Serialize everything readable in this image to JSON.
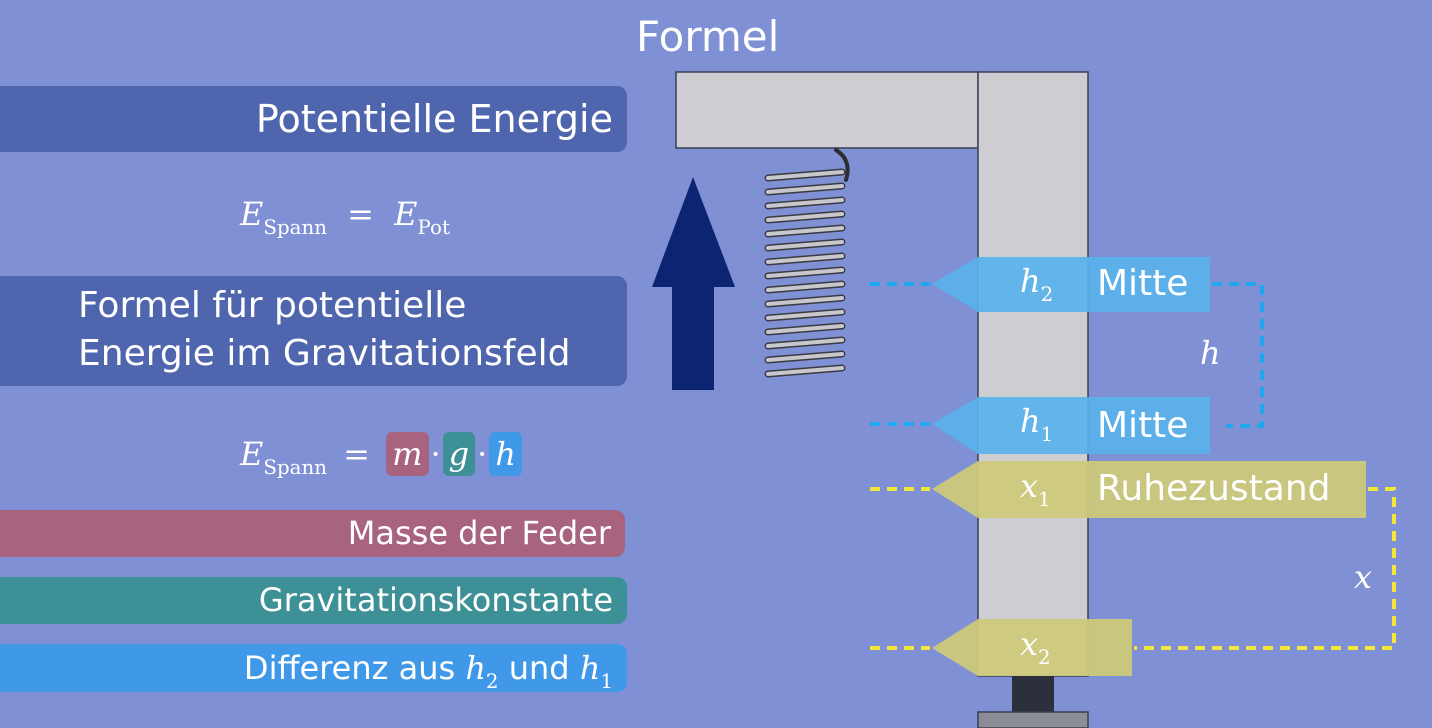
{
  "title": "Formel",
  "sections": {
    "potential_energy": "Potentielle Energie",
    "formula_heading_line1": "Formel für potentielle",
    "formula_heading_line2": "Energie im Gravitationsfeld"
  },
  "equation1": {
    "lhs": "E",
    "lhs_sub": "Spann",
    "equals": "=",
    "rhs": "E",
    "rhs_sub": "Pot"
  },
  "equation2": {
    "lhs": "E",
    "lhs_sub": "Spann",
    "equals": "=",
    "m": "m",
    "g": "g",
    "h": "h",
    "dot": "·"
  },
  "legend": {
    "mass": "Masse der Feder",
    "gravity": "Gravitationskonstante",
    "difference_prefix": "Differenz aus ",
    "h2": "h",
    "h2_sub": "2",
    "and": " und ",
    "h1": "h",
    "h1_sub": "1"
  },
  "markers": {
    "h2": {
      "var": "h",
      "sub": "2",
      "label": "Mitte"
    },
    "h1": {
      "var": "h",
      "sub": "1",
      "label": "Mitte"
    },
    "x1": {
      "var": "x",
      "sub": "1",
      "label": "Ruhezustand"
    },
    "x2": {
      "var": "x",
      "sub": "2"
    },
    "h_bracket": "h",
    "x_bracket": "x"
  },
  "colors": {
    "background": "#7f90d4",
    "dark_band": "#4f65ad",
    "mass": "#a8637f",
    "gravity": "#3d9196",
    "difference": "#4098e8",
    "height_marker": "#5ab2ea",
    "rest_marker": "#cdc97a",
    "arrow": "#0c2472",
    "stand": "#cdcdd2"
  },
  "icons": {
    "arrow": "up-arrow-icon",
    "spring": "coil-spring-icon"
  }
}
